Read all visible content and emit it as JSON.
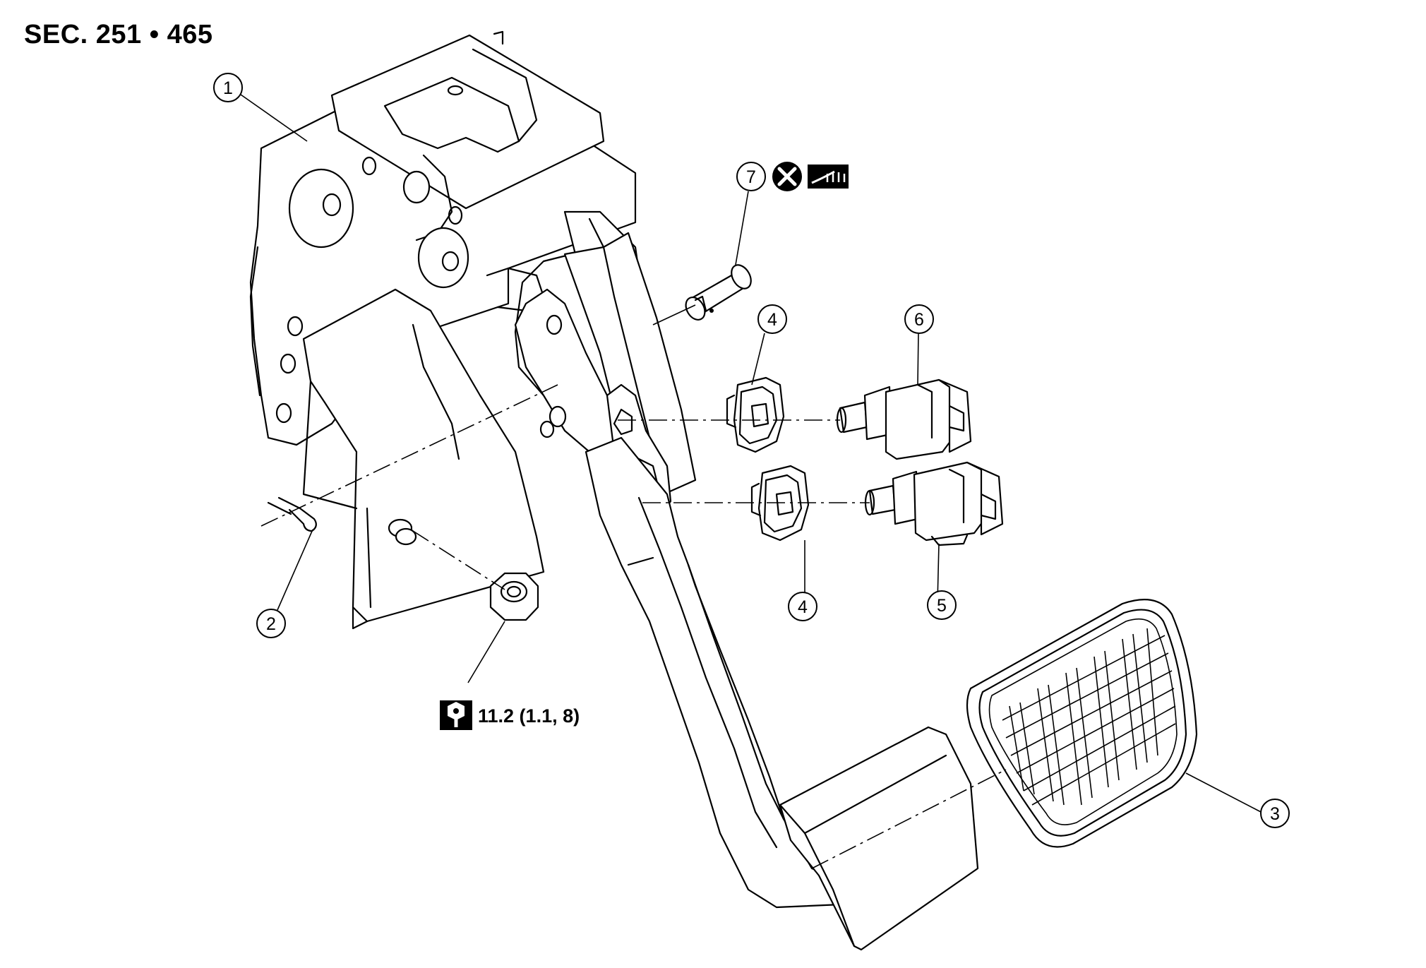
{
  "header": {
    "section": "SEC. 251 • 465"
  },
  "callouts": [
    "1",
    "2",
    "3",
    "4",
    "4",
    "5",
    "6",
    "7"
  ],
  "torque": {
    "value": "11.2 (1.1, 8)",
    "icon": "torque-wrench-icon"
  },
  "symbols": {
    "do_not_reuse": "do-not-reuse-icon",
    "grease": "grease-application-icon"
  }
}
